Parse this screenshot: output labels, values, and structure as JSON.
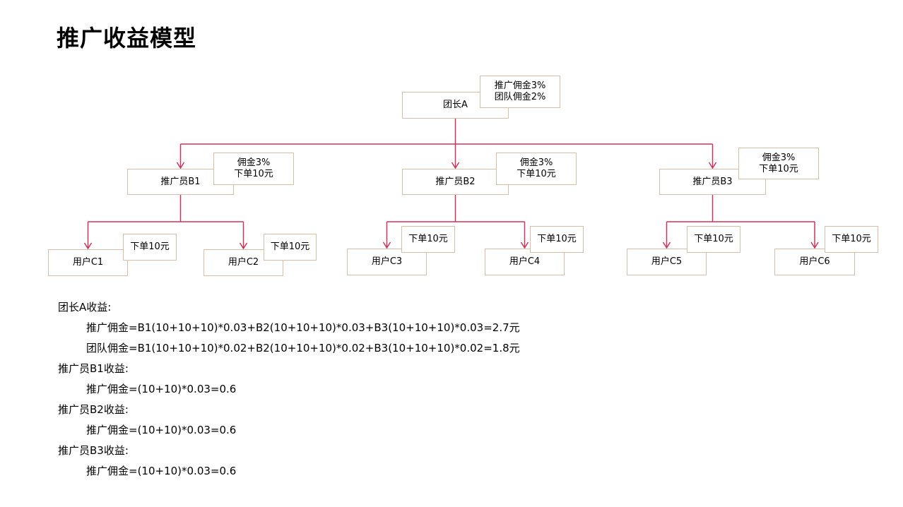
{
  "page": {
    "title": "推广收益模型"
  },
  "diagram": {
    "line_color": "#c8365a",
    "border_color": "#d6bfa8",
    "nodes": {
      "A": {
        "label": "团长A",
        "note": [
          "推广佣金3%",
          "团队佣金2%"
        ]
      },
      "B1": {
        "label": "推广员B1",
        "note": [
          "佣金3%",
          "下单10元"
        ]
      },
      "B2": {
        "label": "推广员B2",
        "note": [
          "佣金3%",
          "下单10元"
        ]
      },
      "B3": {
        "label": "推广员B3",
        "note": [
          "佣金3%",
          "下单10元"
        ]
      },
      "C1": {
        "label": "用户C1",
        "note": [
          "下单10元"
        ]
      },
      "C2": {
        "label": "用户C2",
        "note": [
          "下单10元"
        ]
      },
      "C3": {
        "label": "用户C3",
        "note": [
          "下单10元"
        ]
      },
      "C4": {
        "label": "用户C4",
        "note": [
          "下单10元"
        ]
      },
      "C5": {
        "label": "用户C5",
        "note": [
          "下单10元"
        ]
      },
      "C6": {
        "label": "用户C6",
        "note": [
          "下单10元"
        ]
      }
    },
    "edges": [
      [
        "A",
        "B1"
      ],
      [
        "A",
        "B2"
      ],
      [
        "A",
        "B3"
      ],
      [
        "B1",
        "C1"
      ],
      [
        "B1",
        "C2"
      ],
      [
        "B2",
        "C3"
      ],
      [
        "B2",
        "C4"
      ],
      [
        "B3",
        "C5"
      ],
      [
        "B3",
        "C6"
      ]
    ]
  },
  "calculations": [
    {
      "text": "团长A收益:",
      "indent": false
    },
    {
      "text": "推广佣金=B1(10+10+10)*0.03+B2(10+10+10)*0.03+B3(10+10+10)*0.03=2.7元",
      "indent": true
    },
    {
      "text": "团队佣金=B1(10+10+10)*0.02+B2(10+10+10)*0.02+B3(10+10+10)*0.02=1.8元",
      "indent": true
    },
    {
      "text": "推广员B1收益:",
      "indent": false
    },
    {
      "text": "推广佣金=(10+10)*0.03=0.6",
      "indent": true
    },
    {
      "text": "推广员B2收益:",
      "indent": false
    },
    {
      "text": "推广佣金=(10+10)*0.03=0.6",
      "indent": true
    },
    {
      "text": "推广员B3收益:",
      "indent": false
    },
    {
      "text": "推广佣金=(10+10)*0.03=0.6",
      "indent": true
    }
  ]
}
